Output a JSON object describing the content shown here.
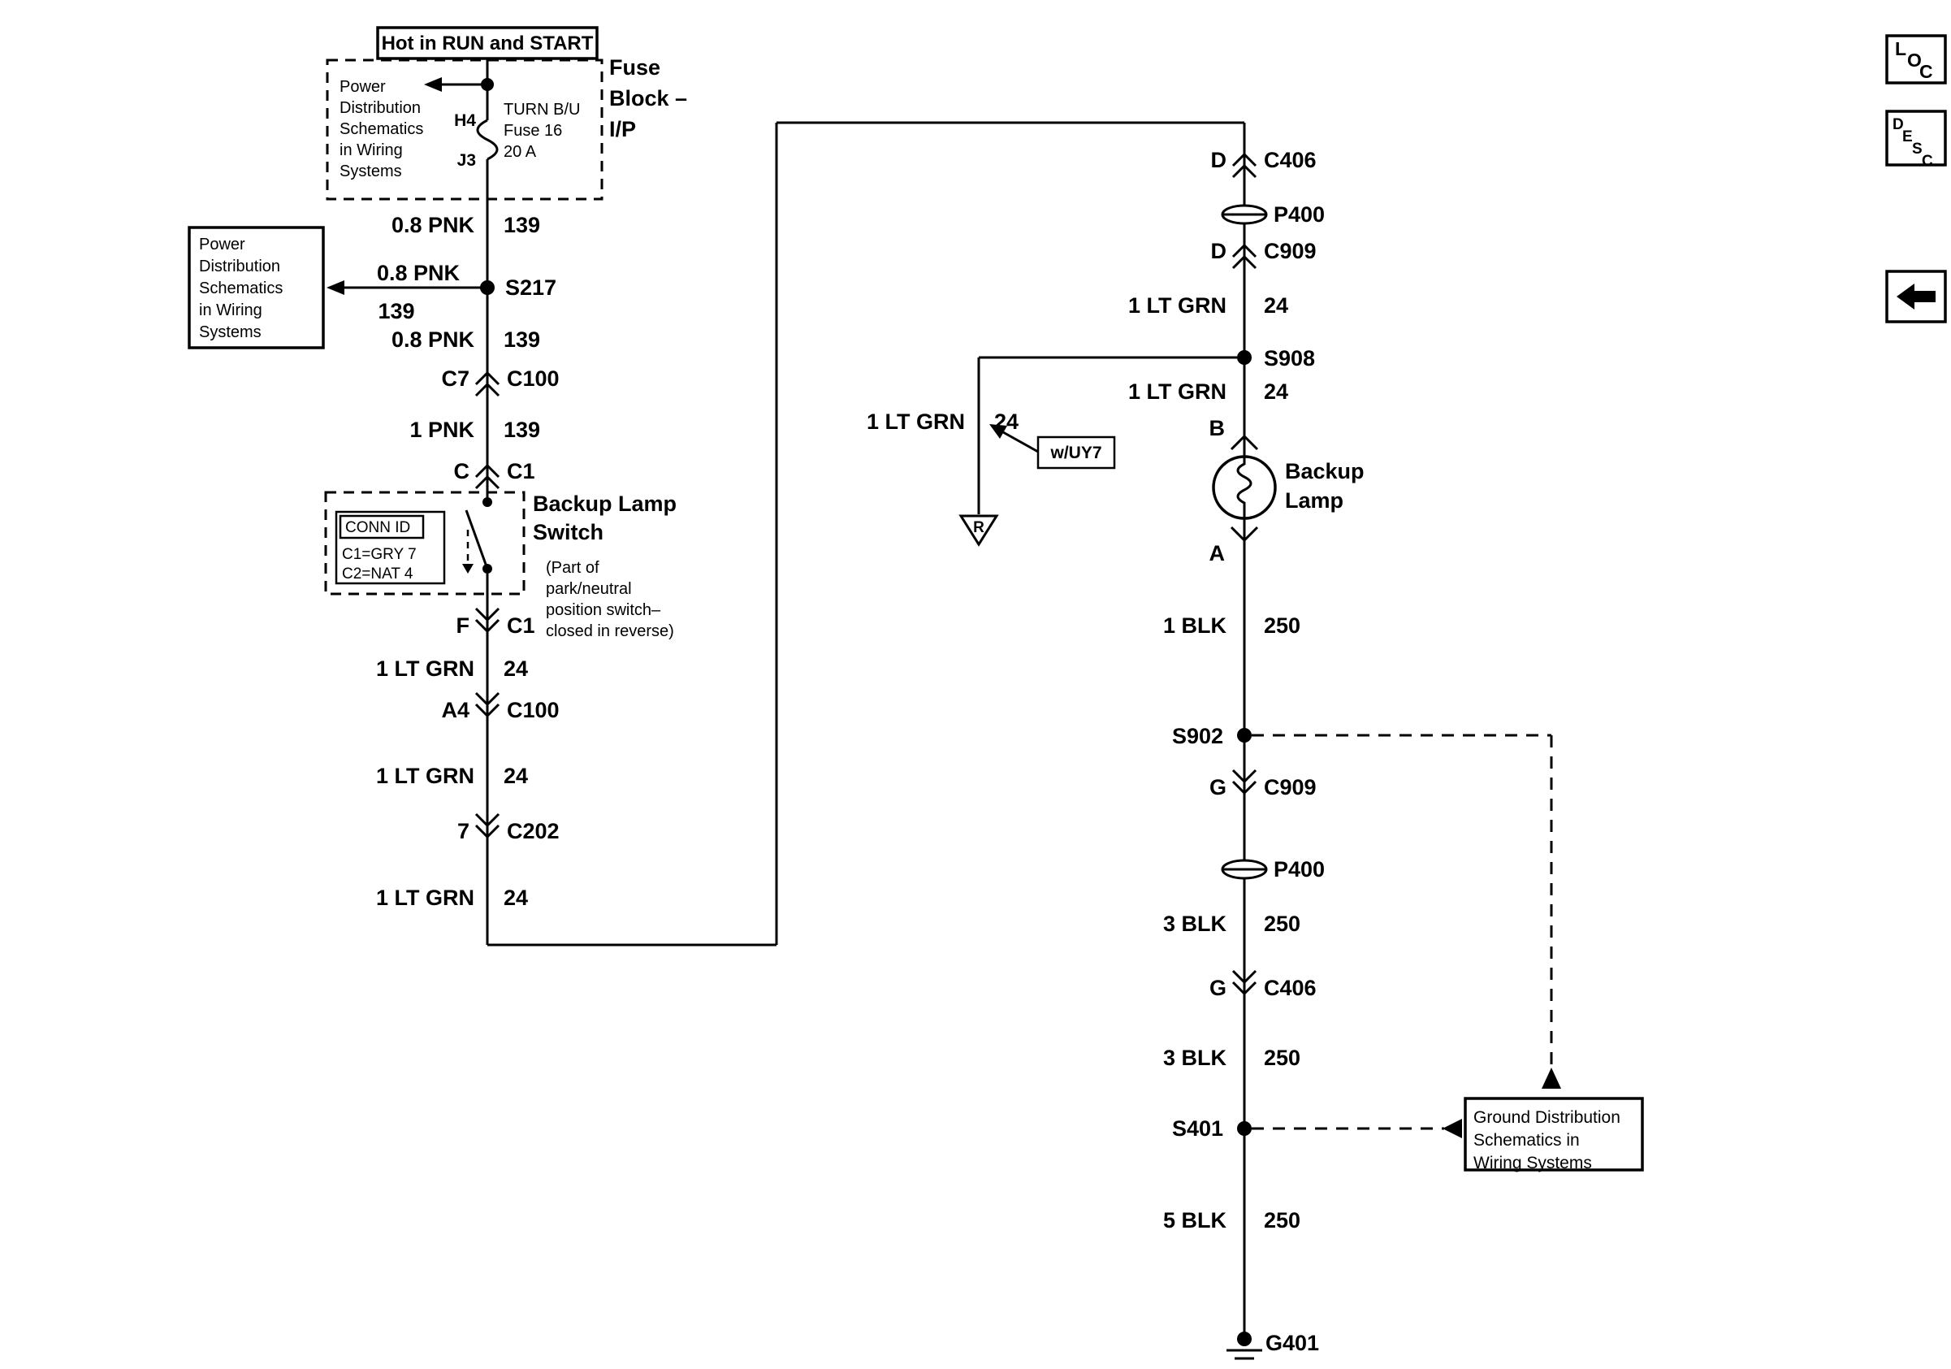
{
  "page": {
    "bg": "#ffffff",
    "line_color": "#000000"
  },
  "header_box": {
    "label": "Hot in RUN and START"
  },
  "fuse_block": {
    "title_lines": [
      "Fuse",
      "Block –",
      "I/P"
    ],
    "ref_lines": [
      "Power",
      "Distribution",
      "Schematics",
      "in Wiring",
      "Systems"
    ],
    "pin_top": "H4",
    "pin_bottom": "J3",
    "fuse_lines": [
      "TURN B/U",
      "Fuse 16",
      "20 A"
    ]
  },
  "power_dist_box": {
    "lines": [
      "Power",
      "Distribution",
      "Schematics",
      "in Wiring",
      "Systems"
    ]
  },
  "s217": {
    "label": "S217",
    "wire": "0.8 PNK",
    "circuit": "139"
  },
  "left_wire": {
    "seg1": {
      "wire": "0.8 PNK",
      "circuit": "139"
    },
    "seg2": {
      "wire": "0.8 PNK",
      "circuit": "139"
    },
    "conn_c100_top": {
      "pin": "C7",
      "name": "C100"
    },
    "seg3": {
      "wire": "1 PNK",
      "circuit": "139"
    },
    "conn_c1_top": {
      "pin": "C",
      "name": "C1"
    },
    "conn_c1_bottom": {
      "pin": "F",
      "name": "C1"
    },
    "seg4": {
      "wire": "1 LT GRN",
      "circuit": "24"
    },
    "conn_c100_bottom": {
      "pin": "A4",
      "name": "C100"
    },
    "seg5": {
      "wire": "1 LT GRN",
      "circuit": "24"
    },
    "conn_c202": {
      "pin": "7",
      "name": "C202"
    },
    "seg6": {
      "wire": "1 LT GRN",
      "circuit": "24"
    }
  },
  "switch_box": {
    "conn_id_title": "CONN ID",
    "conn_id_rows": [
      "C1=GRY 7",
      "C2=NAT 4"
    ],
    "title_lines": [
      "Backup Lamp",
      "Switch"
    ],
    "note_lines": [
      "(Part of",
      "park/neutral",
      "position switch–",
      "closed in reverse)"
    ]
  },
  "right_wire": {
    "conn_c406_top": {
      "pin": "D",
      "name": "C406"
    },
    "p400_top": "P400",
    "conn_c909_top": {
      "pin": "D",
      "name": "C909"
    },
    "seg1": {
      "wire": "1 LT GRN",
      "circuit": "24"
    },
    "s908": "S908",
    "branch": {
      "wire": "1 LT GRN",
      "circuit": "24",
      "tag": "w/UY7",
      "ground_letter": "R"
    },
    "seg2": {
      "wire": "1 LT GRN",
      "circuit": "24"
    },
    "lamp": {
      "pin_top": "B",
      "pin_bottom": "A",
      "label_lines": [
        "Backup",
        "Lamp"
      ]
    },
    "seg3": {
      "wire": "1 BLK",
      "circuit": "250"
    },
    "s902": "S902",
    "conn_c909_bottom": {
      "pin": "G",
      "name": "C909"
    },
    "p400_bottom": "P400",
    "seg4": {
      "wire": "3 BLK",
      "circuit": "250"
    },
    "conn_c406_bottom": {
      "pin": "G",
      "name": "C406"
    },
    "seg5": {
      "wire": "3 BLK",
      "circuit": "250"
    },
    "s401": "S401",
    "seg6": {
      "wire": "5 BLK",
      "circuit": "250"
    },
    "ground": "G401"
  },
  "ground_dist_box": {
    "lines": [
      "Ground Distribution",
      "Schematics in",
      "Wiring Systems"
    ]
  },
  "corner": {
    "loc_letters": [
      "L",
      "O",
      "C"
    ],
    "desc_letters": [
      "D",
      "E",
      "S",
      "C"
    ]
  }
}
